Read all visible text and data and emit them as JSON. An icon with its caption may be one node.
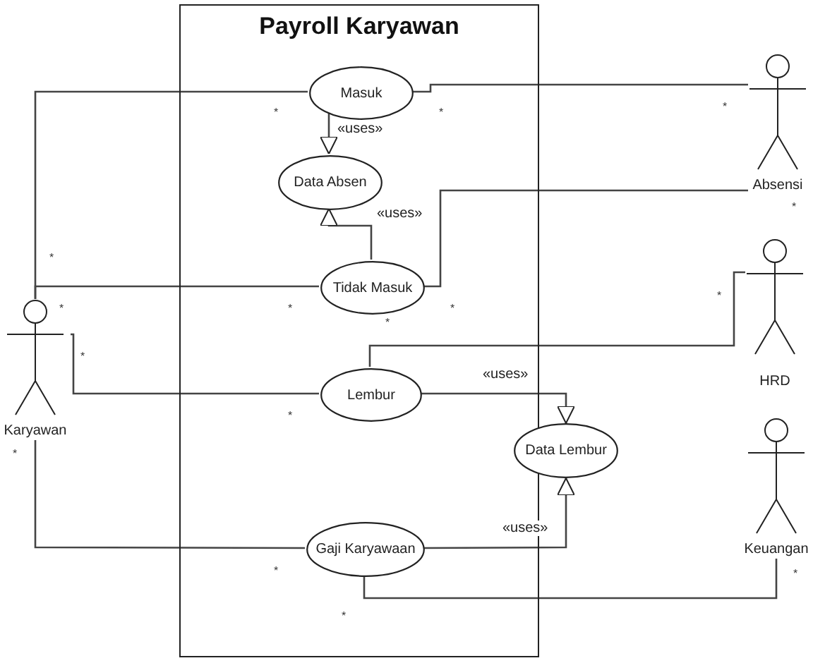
{
  "diagram": {
    "nodes": [
      {
        "text": [
          "Payroll Karyawan"
        ]
      },
      {
        "text": [
          "Masuk"
        ],
        "in": 0
      },
      {
        "text": [
          "Data Absen"
        ],
        "in": 0
      },
      {
        "text": [
          "Tidak Masuk"
        ],
        "in": 0
      },
      {
        "text": [
          "Lembur"
        ],
        "in": 0
      },
      {
        "text": [
          "Data Lembur"
        ]
      },
      {
        "text": [
          "Gaji Karyawaan"
        ],
        "in": 0
      },
      {
        "text": [
          "Karyawan"
        ]
      },
      {
        "text": [
          "Absensi"
        ]
      },
      {
        "text": [
          "HRD"
        ]
      },
      {
        "text": [
          "Keuangan"
        ]
      }
    ],
    "edges": [
      {
        "from": 7,
        "to": 1,
        "arrow": "none"
      },
      {
        "from": 7,
        "to": 3,
        "arrow": "none"
      },
      {
        "from": 7,
        "to": 4,
        "arrow": "none"
      },
      {
        "from": 7,
        "to": 6,
        "arrow": "none"
      },
      {
        "from": 1,
        "to": 8,
        "arrow": "none"
      },
      {
        "from": 3,
        "to": 8,
        "arrow": "none"
      },
      {
        "from": 4,
        "to": 9,
        "arrow": "none"
      },
      {
        "from": 6,
        "to": 10,
        "arrow": "none"
      },
      {
        "from": 1,
        "to": 2,
        "arrow": "to",
        "label": "«uses»"
      },
      {
        "from": 3,
        "to": 2,
        "arrow": "to",
        "label": "«uses»"
      },
      {
        "from": 4,
        "to": 5,
        "arrow": "to",
        "label": "«uses»"
      },
      {
        "from": 6,
        "to": 5,
        "arrow": "to",
        "label": "«uses»"
      }
    ],
    "labels": [
      "*",
      "*",
      "*",
      "*",
      "*",
      "*",
      "*",
      "*",
      "*",
      "*",
      "*",
      "*",
      "*",
      "*",
      "*",
      "*"
    ]
  }
}
